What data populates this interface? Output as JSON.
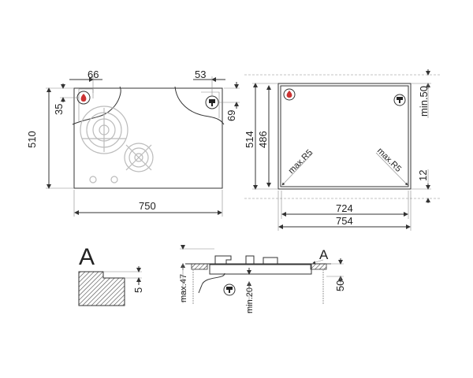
{
  "top_view": {
    "width_label": "750",
    "depth_label": "510",
    "gas_offset_x": "66",
    "gas_offset_y": "35",
    "plug_offset_x": "53",
    "plug_offset_y": "69",
    "icons": [
      "flame-icon",
      "plug-icon"
    ]
  },
  "cutout_view": {
    "outer_depth": "514",
    "inner_depth": "486",
    "inner_width": "724",
    "outer_width": "754",
    "clearance_back": "min.50",
    "clearance_front": "12",
    "radius_left": "max.R5",
    "radius_right": "max.R5"
  },
  "detail_a": {
    "title": "A",
    "step": "5"
  },
  "section_view": {
    "detail_marker": "A",
    "height": "max.47",
    "below_clearance": "min.20",
    "worktop_thickness": "50"
  }
}
